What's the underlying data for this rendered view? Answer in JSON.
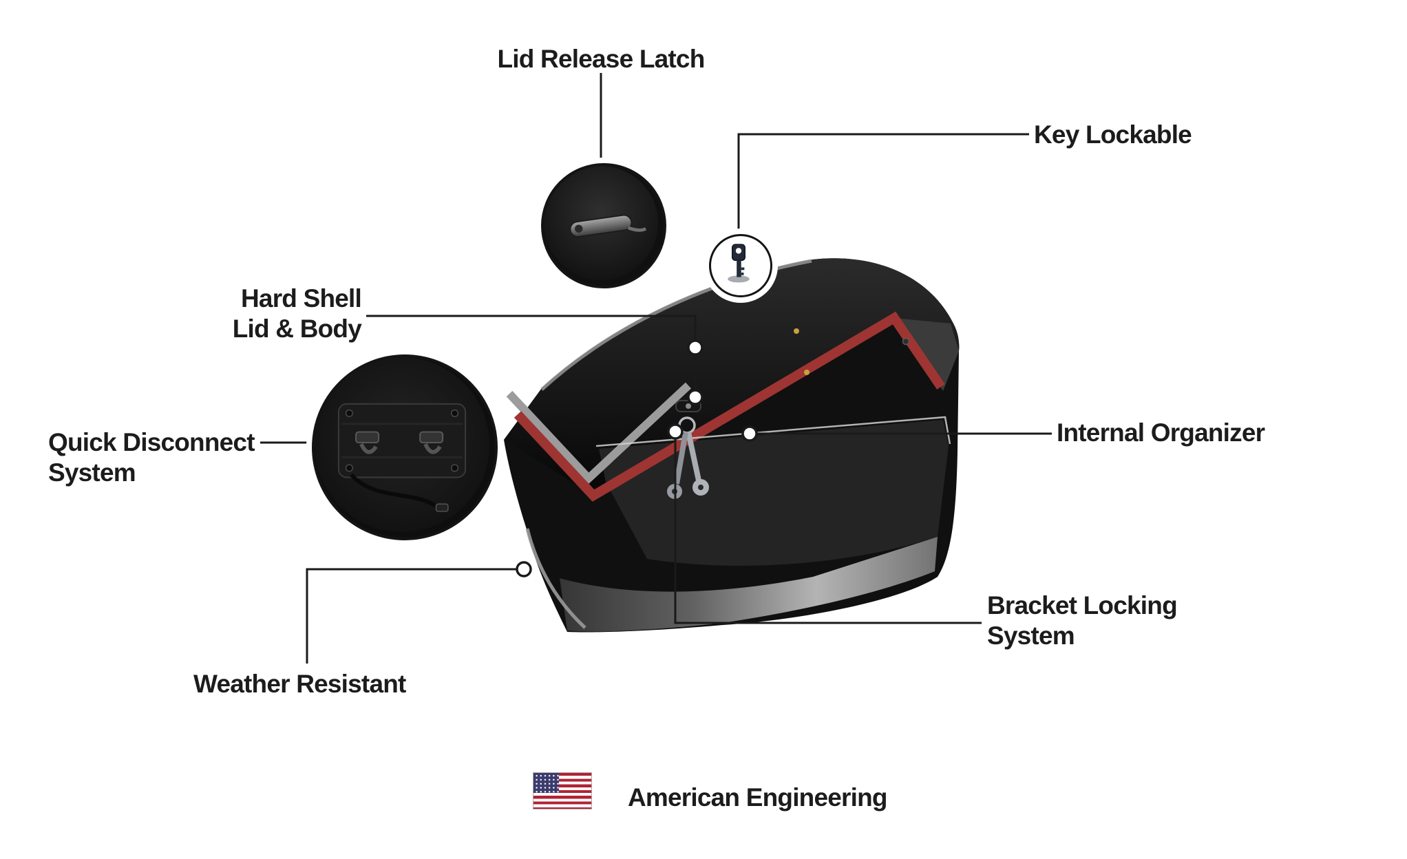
{
  "callouts": {
    "lid_release_latch": {
      "label": "Lid Release Latch"
    },
    "key_lockable": {
      "label": "Key Lockable"
    },
    "hard_shell": {
      "line1": "Hard Shell",
      "line2": "Lid & Body"
    },
    "quick_disconnect": {
      "line1": "Quick Disconnect",
      "line2": "System"
    },
    "internal_organizer": {
      "label": "Internal Organizer"
    },
    "bracket_locking": {
      "line1": "Bracket Locking",
      "line2": "System"
    },
    "weather_resistant": {
      "label": "Weather Resistant"
    }
  },
  "footer": {
    "label": "American Engineering",
    "flag_icon": "us-flag-icon"
  },
  "illustration": {
    "subject": "hard-shell motorcycle saddlebag with keys in lock",
    "inset_icons": [
      "latch-icon",
      "key-icon",
      "quick-disconnect-mount-icon"
    ]
  },
  "colors": {
    "background": "#ffffff",
    "text": "#1c1c1c",
    "callout_line": "#1a1a1a",
    "bag_black": "#101010",
    "accent_red": "#9e3533",
    "trim_gray": "#9c9c9c",
    "flag_red": "#b22234",
    "flag_blue": "#3c3b6e"
  }
}
